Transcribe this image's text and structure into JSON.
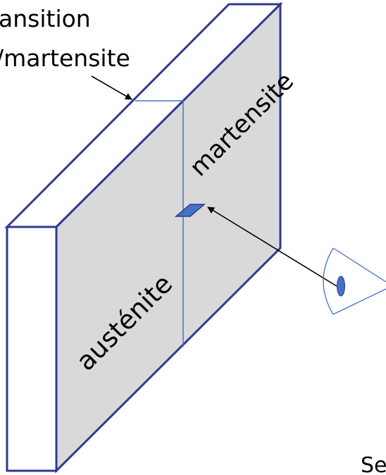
{
  "labels": {
    "transition_line1": "ansition",
    "transition_line2": "/martensite",
    "martensite": "martensite",
    "austenite": "austénite",
    "corner_cut": "Se"
  },
  "colors": {
    "plate_face": "#d9d9d9",
    "outline": "#2f3a8f",
    "interface_line": "#4472c4",
    "probe": "#4472c4",
    "eye": "#4472c4",
    "text": "#000000"
  }
}
